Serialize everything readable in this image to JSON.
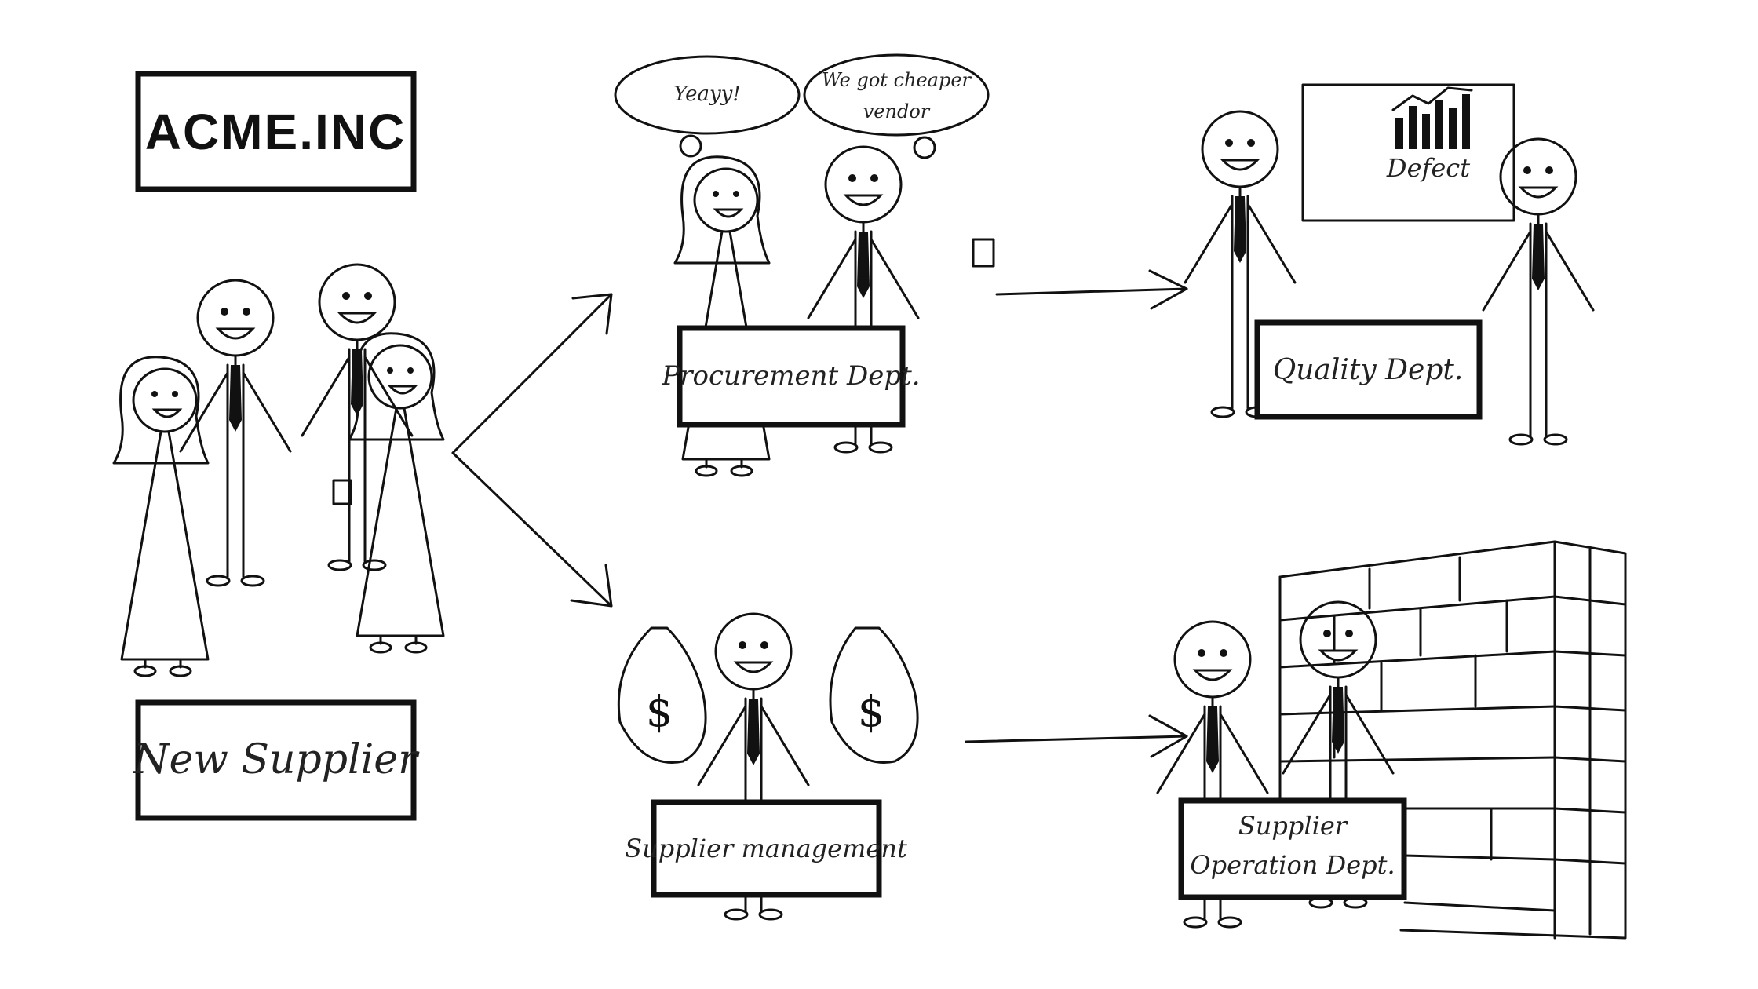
{
  "company": {
    "name": "ACME.INC"
  },
  "nodes": {
    "new_supplier": "New Supplier",
    "procurement": "Procurement Dept.",
    "quality": "Quality Dept.",
    "supplier_management": "Supplier management",
    "supplier_operation_line1": "Supplier",
    "supplier_operation_line2": "Operation Dept."
  },
  "bubbles": {
    "left": "Yeayy!",
    "right_line1": "We got cheaper",
    "right_line2": "vendor"
  },
  "chart_board": {
    "label": "Defect"
  },
  "money_symbol": "$"
}
